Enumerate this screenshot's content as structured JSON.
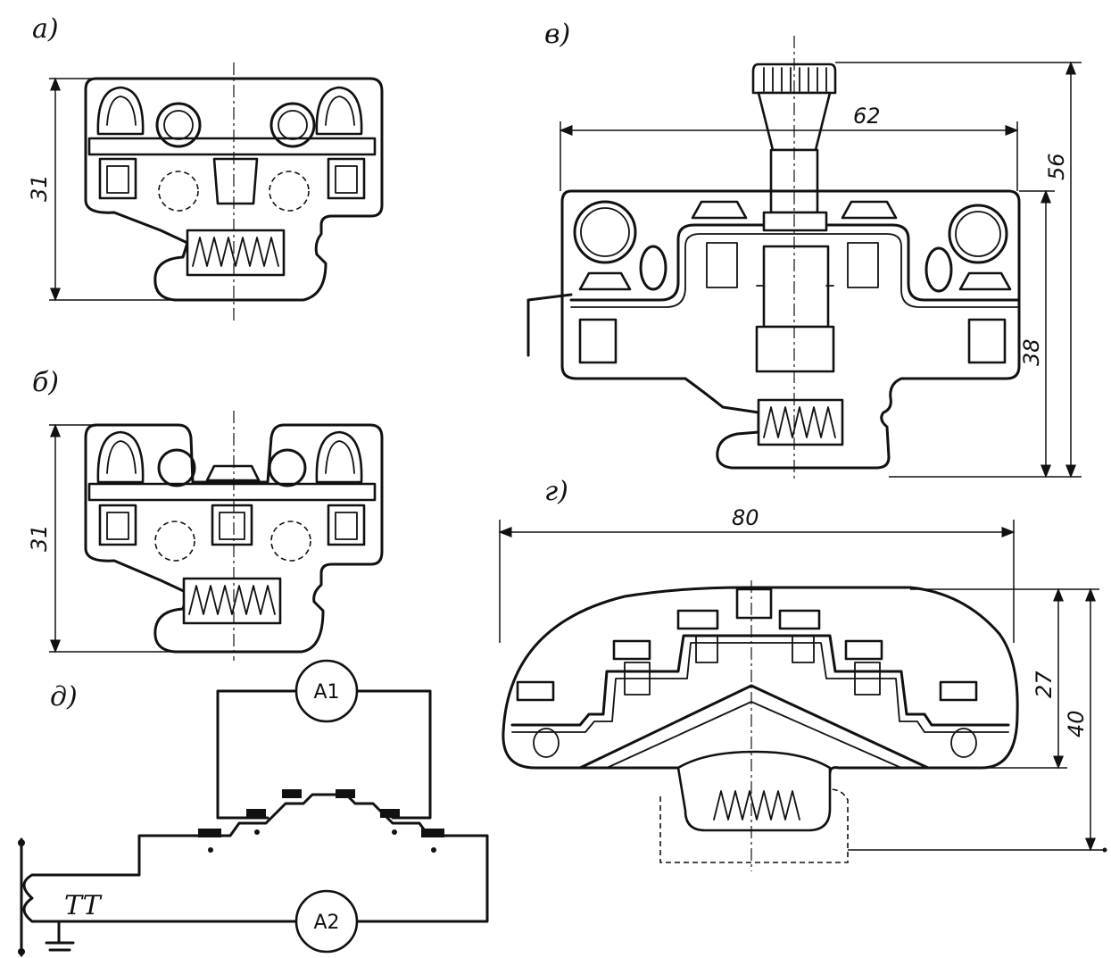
{
  "figure_labels": {
    "a": "а)",
    "b": "б)",
    "v": "в)",
    "g": "г)",
    "d": "д)"
  },
  "dimensions": {
    "a_height": "31",
    "b_height": "31",
    "v_width": "62",
    "v_total_height": "56",
    "v_body_height": "38",
    "g_width": "80",
    "g_body_height": "27",
    "g_total_height": "40"
  },
  "circuit": {
    "meter1": "A1",
    "meter2": "A2",
    "transformer": "TT"
  }
}
